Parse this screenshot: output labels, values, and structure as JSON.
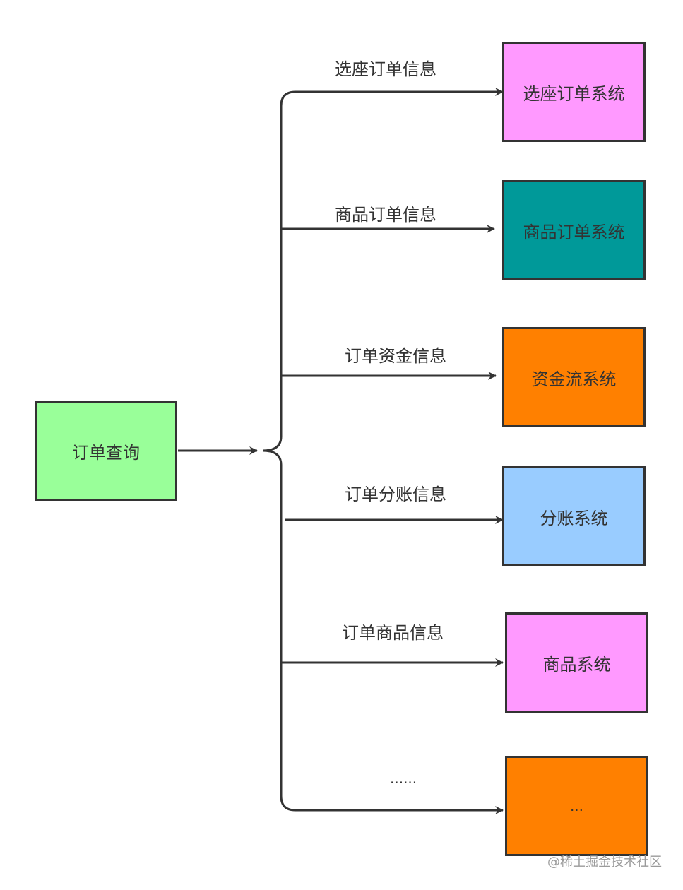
{
  "source": {
    "label": "订单查询",
    "color": "#99ff99"
  },
  "branches": [
    {
      "edge_label": "选座订单信息",
      "target_label": "选座订单系统",
      "color": "#ff99ff"
    },
    {
      "edge_label": "商品订单信息",
      "target_label": "商品订单系统",
      "color": "#009999"
    },
    {
      "edge_label": "订单资金信息",
      "target_label": "资金流系统",
      "color": "#ff8000"
    },
    {
      "edge_label": "订单分账信息",
      "target_label": "分账系统",
      "color": "#99ccff"
    },
    {
      "edge_label": "订单商品信息",
      "target_label": "商品系统",
      "color": "#ff99ff"
    },
    {
      "edge_label": "......",
      "target_label": "...",
      "color": "#ff8000"
    }
  ],
  "line_color": "#333333",
  "watermark": "@稀土掘金技术社区"
}
